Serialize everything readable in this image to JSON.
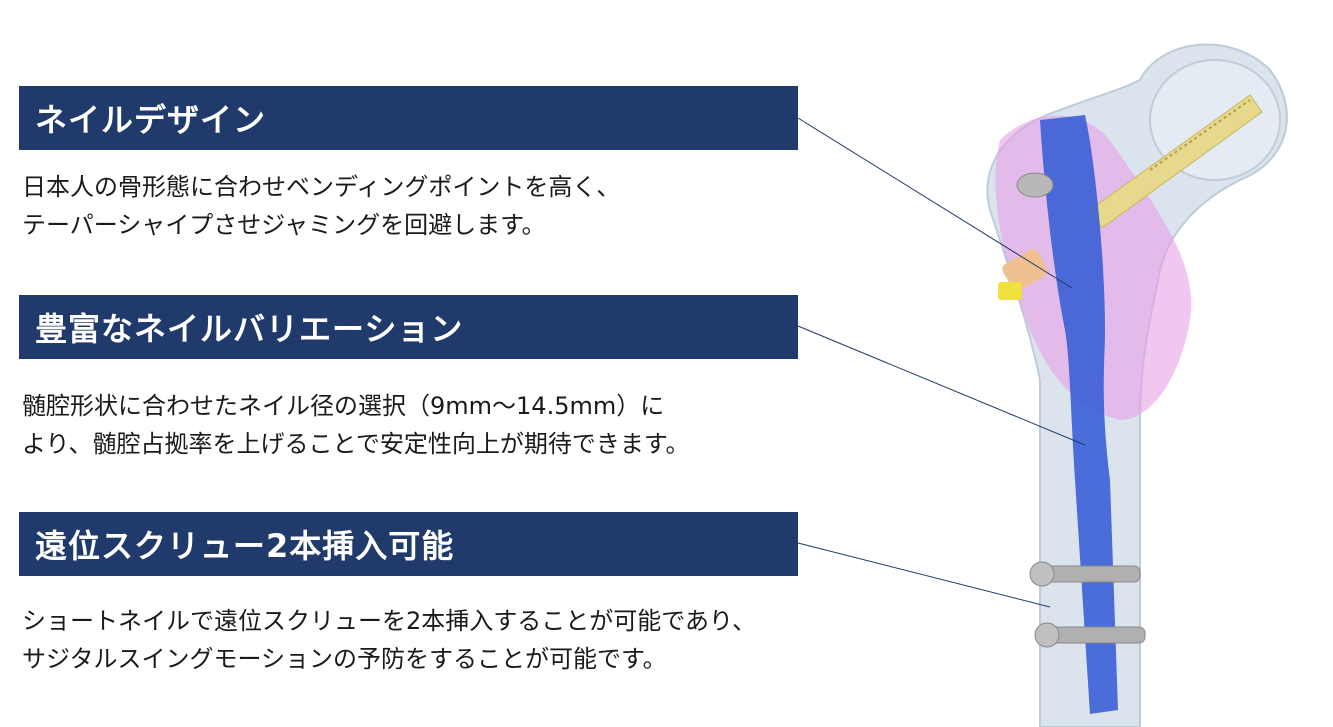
{
  "sections": [
    {
      "title": "ネイルデザイン",
      "lines": [
        "日本人の骨形態に合わせベンディングポイントを高く、",
        "テーパーシャイプさせジャミングを回避します。"
      ]
    },
    {
      "title": "豊富なネイルバリエーション",
      "lines": [
        "髄腔形状に合わせたネイル径の選択（9mm～14.5mm）に",
        "より、髄腔占拠率を上げることで安定性向上が期待できます。"
      ]
    },
    {
      "title": "遠位スクリュー2本挿入可能",
      "lines": [
        "ショートネイルで遠位スクリューを2本挿入することが可能であり、",
        "サジタルスイングモーションの予防をすることが可能です。"
      ]
    }
  ],
  "colors": {
    "header_bg": "#1f3a6b",
    "header_text": "#ffffff",
    "nail": "#3a5fd6",
    "bone": "#d6e0ea",
    "lag_screw": "#e6d98c",
    "sleeve": "#e8a0e8"
  }
}
